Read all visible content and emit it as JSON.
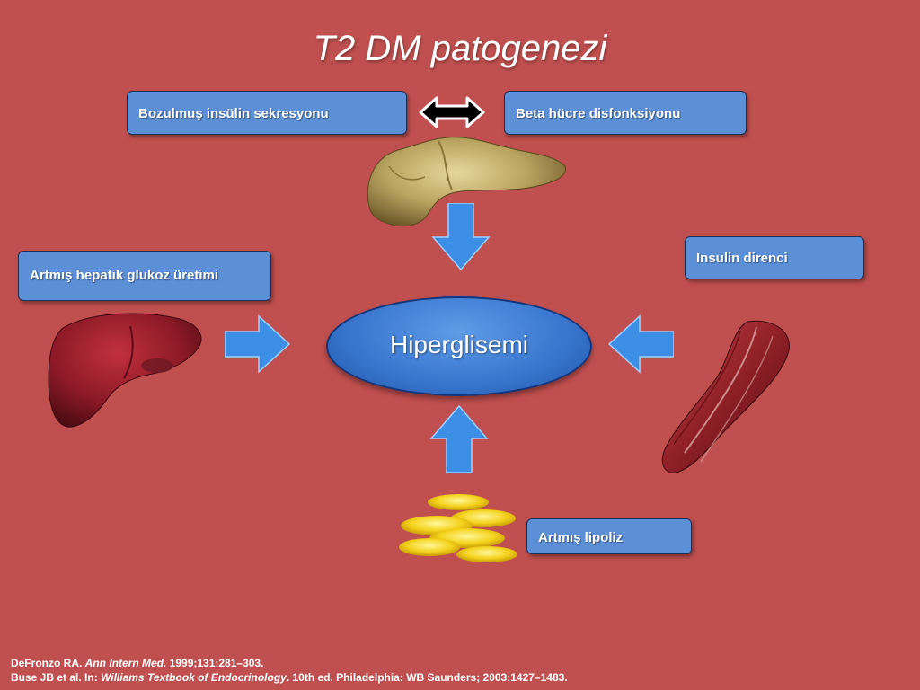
{
  "title": "T2 DM patogenezi",
  "center": {
    "label": "Hiperglisemi"
  },
  "boxes": {
    "secretion": "Bozulmuş insülin sekresyonu",
    "beta": "Beta hücre disfonksiyonu",
    "hepatic": "Artmış hepatik glukoz  üretimi",
    "insulin": "Insulin direnci",
    "lipolysis": "Artmış lipoliz"
  },
  "references": {
    "ref1": {
      "author": "DeFronzo RA. ",
      "journal": "Ann Intern Med.",
      "rest": " 1999;131:281–303."
    },
    "ref2": {
      "author": "Buse JB et al. In: ",
      "journal": "Williams Textbook of Endocrinology",
      "rest": ". 10th ed. Philadelphia: WB Saunders; 2003:1427–1483."
    }
  },
  "colors": {
    "background": "#c0504f",
    "box": "#5b8fd6",
    "arrow": "#3d8fe6"
  }
}
